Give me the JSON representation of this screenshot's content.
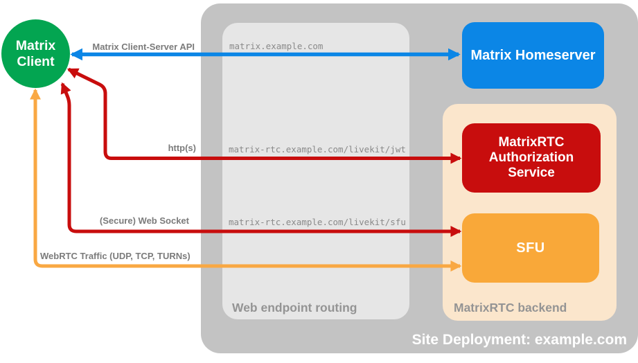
{
  "title": "Site Deployment: example.com",
  "client": {
    "label": "Matrix Client"
  },
  "nodes": {
    "homeserver": {
      "label": "Matrix Homeserver"
    },
    "auth": {
      "label": "MatrixRTC Authorization Service"
    },
    "sfu": {
      "label": "SFU"
    }
  },
  "groups": {
    "web_routing": {
      "label": "Web endpoint routing"
    },
    "backend": {
      "label": "MatrixRTC backend"
    }
  },
  "endpoints": {
    "homeserver": "matrix.example.com",
    "jwt": "matrix-rtc.example.com/livekit/jwt",
    "sfu": "matrix-rtc.example.com/livekit/sfu"
  },
  "connections": {
    "cs_api": {
      "label": "Matrix Client-Server API",
      "color": "#0b86e6"
    },
    "https": {
      "label": "http(s)",
      "color": "#c80d0d"
    },
    "websocket": {
      "label": "(Secure) Web Socket",
      "color": "#c80d0d"
    },
    "webrtc": {
      "label": "WebRTC Traffic (UDP, TCP, TURNs)",
      "color": "#f9a843"
    }
  },
  "colors": {
    "client_green": "#03a551",
    "homeserver_blue": "#0b86e6",
    "auth_red": "#c80d0d",
    "sfu_orange": "#f9a839",
    "backend_peach": "#fbe6cc",
    "outer_gray": "#c3c3c3",
    "inner_gray": "#e6e6e6",
    "label_gray": "#949494"
  }
}
